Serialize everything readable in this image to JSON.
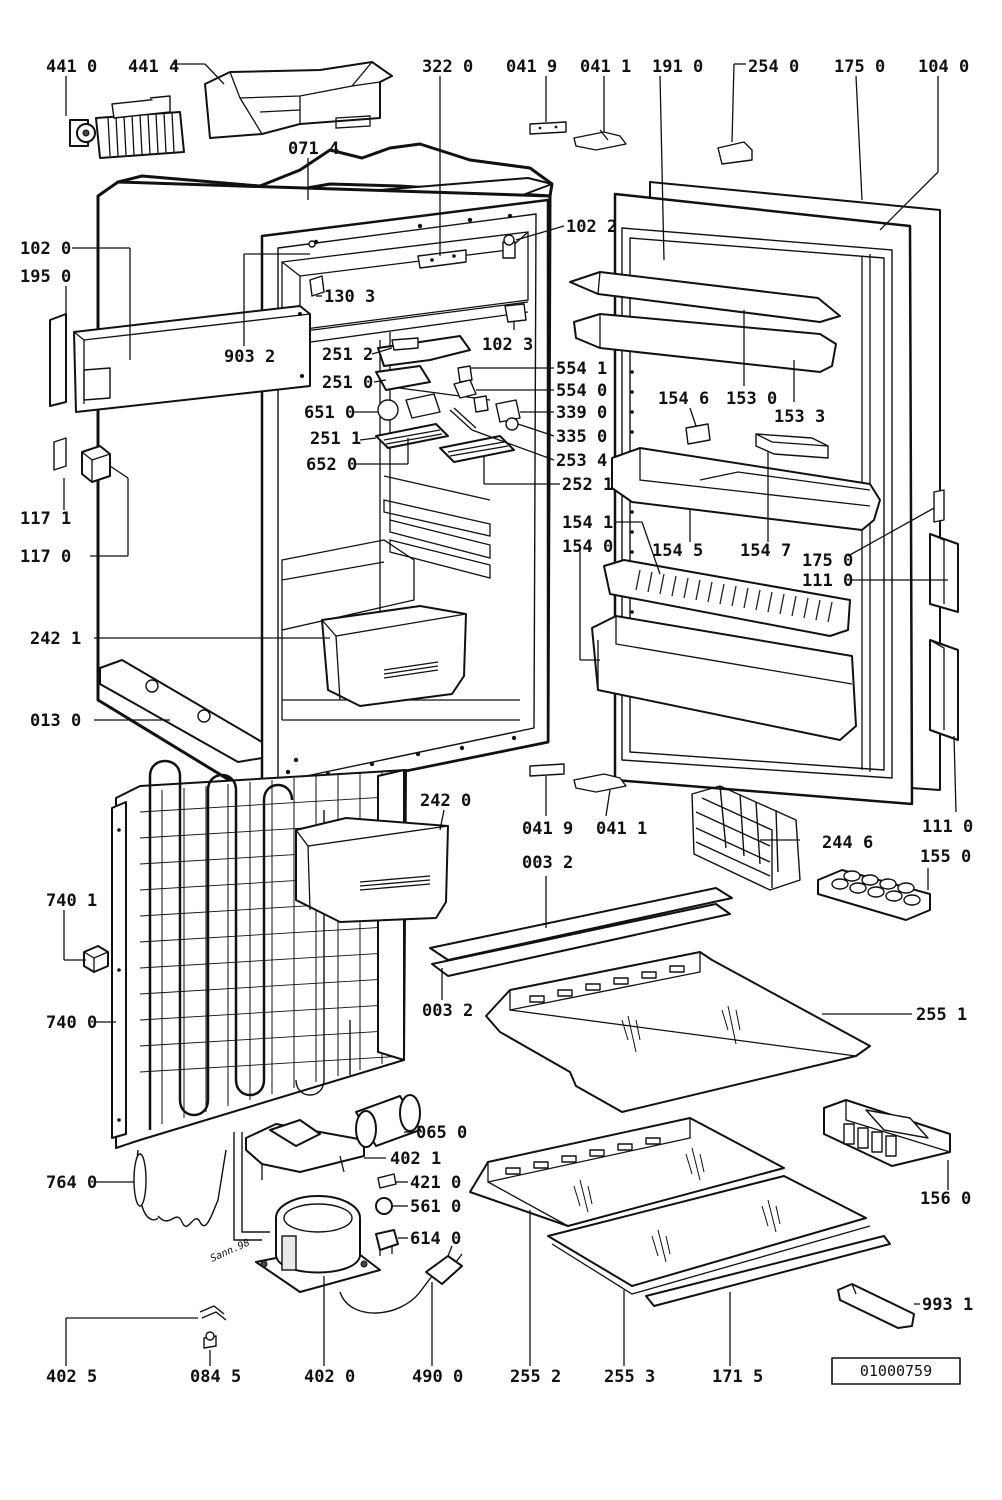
{
  "diagram": {
    "callouts": [
      {
        "id": "c4410",
        "text": "441 0"
      },
      {
        "id": "c4414",
        "text": "441 4"
      },
      {
        "id": "c3220",
        "text": "322 0"
      },
      {
        "id": "c0419a",
        "text": "041 9"
      },
      {
        "id": "c0411a",
        "text": "041 1"
      },
      {
        "id": "c1910",
        "text": "191 0"
      },
      {
        "id": "c2540",
        "text": "254 0"
      },
      {
        "id": "c1750a",
        "text": "175 0"
      },
      {
        "id": "c1040",
        "text": "104 0"
      },
      {
        "id": "c0714",
        "text": "071 4"
      },
      {
        "id": "c1022",
        "text": "102 2"
      },
      {
        "id": "c1020",
        "text": "102 0"
      },
      {
        "id": "c1950",
        "text": "195 0"
      },
      {
        "id": "c1303",
        "text": "130 3"
      },
      {
        "id": "c9032",
        "text": "903 2"
      },
      {
        "id": "c1023",
        "text": "102 3"
      },
      {
        "id": "c2512",
        "text": "251 2"
      },
      {
        "id": "c5541",
        "text": "554 1"
      },
      {
        "id": "c2510",
        "text": "251 0"
      },
      {
        "id": "c5540",
        "text": "554 0"
      },
      {
        "id": "c6510",
        "text": "651 0"
      },
      {
        "id": "c3390",
        "text": "339 0"
      },
      {
        "id": "c2511",
        "text": "251 1"
      },
      {
        "id": "c3350",
        "text": "335 0"
      },
      {
        "id": "c6520",
        "text": "652 0"
      },
      {
        "id": "c2534",
        "text": "253 4"
      },
      {
        "id": "c2521",
        "text": "252 1"
      },
      {
        "id": "c1546",
        "text": "154 6"
      },
      {
        "id": "c1530",
        "text": "153 0"
      },
      {
        "id": "c1533",
        "text": "153 3"
      },
      {
        "id": "c1171",
        "text": "117 1"
      },
      {
        "id": "c1170",
        "text": "117 0"
      },
      {
        "id": "c1541",
        "text": "154 1"
      },
      {
        "id": "c1540",
        "text": "154 0"
      },
      {
        "id": "c1545",
        "text": "154 5"
      },
      {
        "id": "c1547",
        "text": "154 7"
      },
      {
        "id": "c1750b",
        "text": "175 0"
      },
      {
        "id": "c1110a",
        "text": "111 0"
      },
      {
        "id": "c2421",
        "text": "242 1"
      },
      {
        "id": "c0130",
        "text": "013 0"
      },
      {
        "id": "c2420",
        "text": "242 0"
      },
      {
        "id": "c0419b",
        "text": "041 9"
      },
      {
        "id": "c0411b",
        "text": "041 1"
      },
      {
        "id": "c1110b",
        "text": "111 0"
      },
      {
        "id": "c2446",
        "text": "244 6"
      },
      {
        "id": "c1550",
        "text": "155 0"
      },
      {
        "id": "c0032a",
        "text": "003 2"
      },
      {
        "id": "c7401",
        "text": "740 1"
      },
      {
        "id": "c0032b",
        "text": "003 2"
      },
      {
        "id": "c7400",
        "text": "740 0"
      },
      {
        "id": "c2551",
        "text": "255 1"
      },
      {
        "id": "c0650",
        "text": "065 0"
      },
      {
        "id": "c4021",
        "text": "402 1"
      },
      {
        "id": "c7640",
        "text": "764 0"
      },
      {
        "id": "c4210",
        "text": "421 0"
      },
      {
        "id": "c5610",
        "text": "561 0"
      },
      {
        "id": "c1560",
        "text": "156 0"
      },
      {
        "id": "c6140",
        "text": "614 0"
      },
      {
        "id": "c9931",
        "text": "993 1"
      },
      {
        "id": "c4025",
        "text": "402 5"
      },
      {
        "id": "c0845",
        "text": "084 5"
      },
      {
        "id": "c4020",
        "text": "402 0"
      },
      {
        "id": "c4900",
        "text": "490 0"
      },
      {
        "id": "c2552",
        "text": "255 2"
      },
      {
        "id": "c2553",
        "text": "255 3"
      },
      {
        "id": "c1715",
        "text": "171 5"
      }
    ],
    "signature": "Sann.98",
    "drawing_number": "01000759"
  }
}
